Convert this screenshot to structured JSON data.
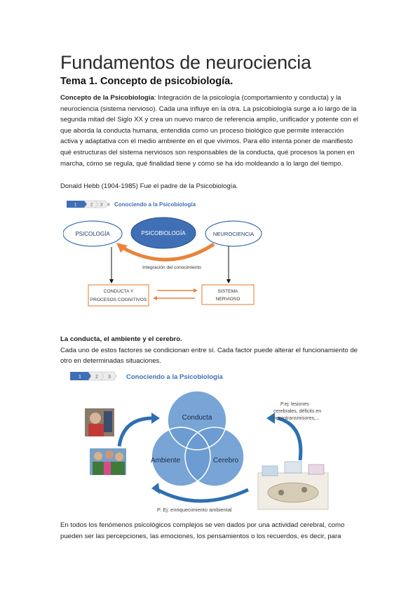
{
  "title": "Fundamentos de neurociencia",
  "subtitle": "Tema 1. Concepto de psicobiología.",
  "para1": {
    "lead": "Concepto de la Psicobiología",
    "rest": ": Integración de la psicología (comportamiento y conducta) y la neurociencia (sistema nervioso). Cada una influye en la otra. La psicobiología surge a lo largo de la segunda mitad del Siglo XX y crea un nuevo marco de referencia amplio, unificador y potente con el que aborda la conducta humana, entendida como un proceso biológico que permite interacción activa y adaptativa con el medio ambiente en el que vivimos. Para ello intenta poner de manifiesto qué estructuras del sistema nerviosos son responsables de la conducta, qué procesos la ponen en marcha, cómo se regula, qué finalidad tiene y cómo se ha ido moldeando a lo largo del tiempo."
  },
  "para2": "Donald Hebb (1904-1985) Fue el padre de la Psicobiología.",
  "fig1": {
    "steps": [
      "1",
      "2",
      "3",
      "4"
    ],
    "header": "Conociendo a la Psicobiología",
    "left": "PSICOLOGÍA",
    "center": "PSICOBIOLOGÍA",
    "right": "NEUROCIENCIA",
    "integration": "Integración del conocimiento",
    "box_left_1": "CONDUCTA Y",
    "box_left_2": "PROCESOS COGNITIVOS",
    "box_right_1": "SISTEMA",
    "box_right_2": "NERVIOSO",
    "colors": {
      "blue": "#3f6fb5",
      "orange": "#e8843a",
      "dark": "#1f3864"
    }
  },
  "para3": {
    "heading": "La conducta, el ambiente y el cerebro.",
    "body": "Cada uno de estos factores se condicionan entre sí. Cada factor puede alterar el funcionamiento de otro en determinadas situaciones."
  },
  "fig2": {
    "steps": [
      "1",
      "2",
      "3"
    ],
    "header": "Conociendo a la Psicobiología",
    "circle_top": "Conducta",
    "circle_left": "Ambiente",
    "circle_right": "Cerebro",
    "note_top_1": "P.ej: lesiones",
    "note_top_2": "cerebrales, déficits en",
    "note_top_3": "neurotransmisores,...",
    "note_bottom": "P. Ej: enriquecimiento ambiental",
    "colors": {
      "circle": "#6a9bd1",
      "arrow": "#2e6fb0"
    }
  },
  "para4": "En todos los fenómenos psicológicos complejos se ven dados por una actividad cerebral, como pueden ser las percepciones, las emociones, los pensamientos o los recuerdos, es decir, para"
}
